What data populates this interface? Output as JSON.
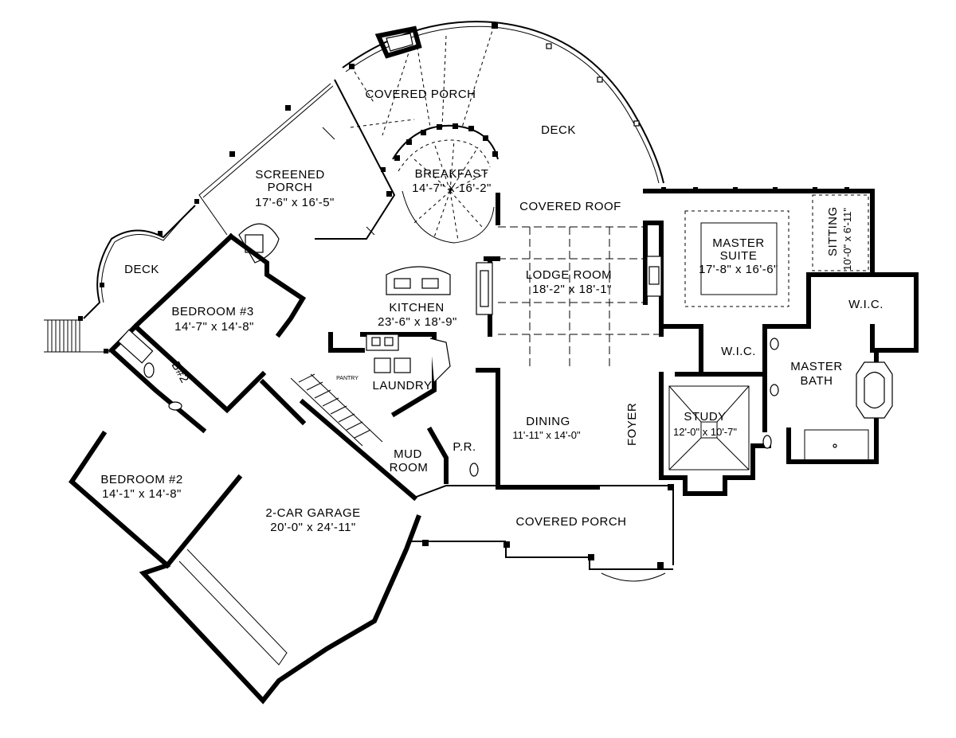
{
  "rooms": {
    "covered_porch_rear": {
      "name": "COVERED PORCH"
    },
    "deck_rear": {
      "name": "DECK"
    },
    "screened_porch": {
      "name_line1": "SCREENED",
      "name_line2": "PORCH",
      "size": "17'-6\" x 16'-5\""
    },
    "breakfast": {
      "name": "BREAKFAST",
      "size": "14'-7\" x 16'-2\""
    },
    "covered_roof": {
      "name": "COVERED ROOF"
    },
    "deck_left": {
      "name": "DECK"
    },
    "master_suite": {
      "name_line1": "MASTER",
      "name_line2": "SUITE",
      "size": "17'-8\" x 16'-6\""
    },
    "sitting": {
      "name": "SITTING",
      "size": "10'-0\" x 6'-11\""
    },
    "lodge_room": {
      "name": "LODGE ROOM",
      "size": "18'-2\" x 18'-1\""
    },
    "bedroom_3": {
      "name": "BEDROOM #3",
      "size": "14'-7\" x 14'-8\""
    },
    "kitchen": {
      "name": "KITCHEN",
      "size": "23'-6\" x 18'-9\""
    },
    "wic_master": {
      "name": "W.I.C."
    },
    "wic_small": {
      "name": "W.I.C."
    },
    "master_bath": {
      "name_line1": "MASTER",
      "name_line2": "BATH"
    },
    "bath_2": {
      "name": "B#2"
    },
    "pantry": {
      "name": "PANTRY"
    },
    "laundry": {
      "name": "LAUNDRY"
    },
    "study": {
      "name": "STUDY",
      "size": "12'-0\" x 10'-7\""
    },
    "dining": {
      "name": "DINING",
      "size": "11'-11\" x 14'-0\""
    },
    "foyer": {
      "name": "FOYER"
    },
    "powder_room": {
      "name": "P.R."
    },
    "mud_room": {
      "name_line1": "MUD",
      "name_line2": "ROOM"
    },
    "bedroom_2": {
      "name": "BEDROOM #2",
      "size": "14'-1\" x 14'-8\""
    },
    "garage": {
      "name": "2-CAR GARAGE",
      "size": "20'-0\" x 24'-11\""
    },
    "covered_porch_front": {
      "name": "COVERED PORCH"
    }
  }
}
